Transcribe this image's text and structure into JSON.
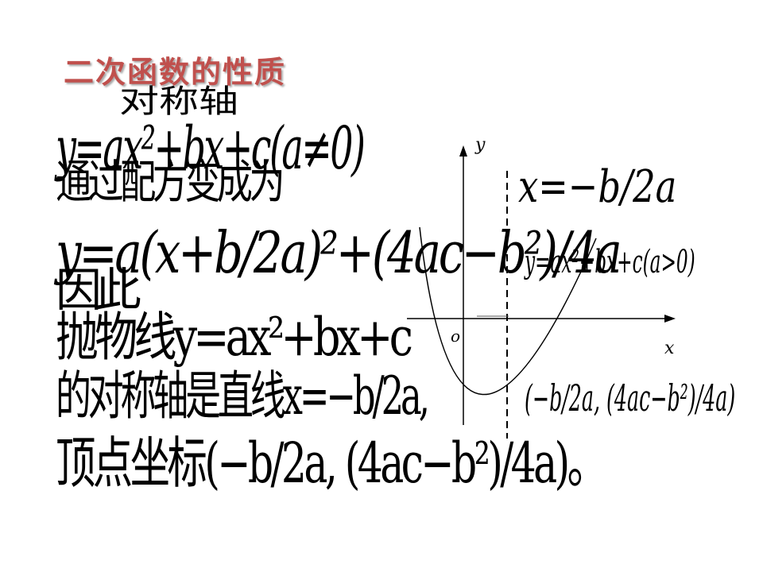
{
  "slide": {
    "title": "二次函数的性质",
    "lines": [
      "对称轴",
      "y=ax²+bx+c(a≠0)",
      "通过配方变成为",
      "y=a(x+b/2a)²+(4ac−b²)/4a",
      "因此",
      "抛物线y=ax²+bx+c",
      "的对称轴是直线x=−b/2a,",
      "顶点坐标(−b/2a, (4ac−b²)/4a)。"
    ]
  },
  "graph": {
    "axis_y_label": "y",
    "axis_x_label": "x",
    "origin_label": "o",
    "axis_label": "x=−b/2a",
    "curve_label": "y=ax²+bx+c(a>0)",
    "vertex_label": "(−b/2a, (4ac−b²)/4a)"
  },
  "colors": {
    "title": "#c0504d",
    "text": "#000000"
  }
}
